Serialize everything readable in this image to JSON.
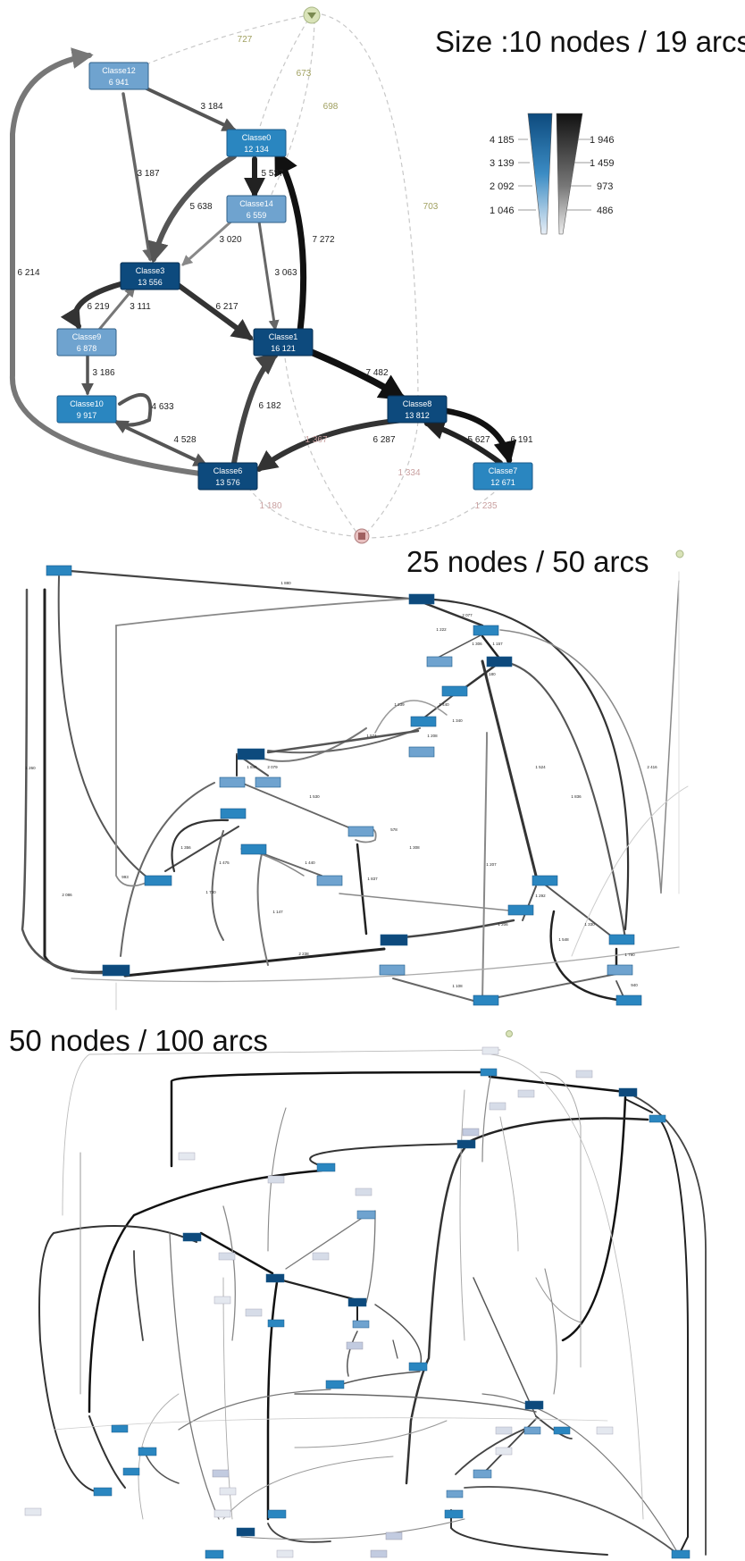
{
  "titles": {
    "small": "Size :10 nodes / 19 arcs",
    "medium": "25 nodes / 50 arcs",
    "large": "50 nodes / 100 arcs"
  },
  "colors": {
    "node_dark": "#0d4a7d",
    "node_mid": "#2a86c0",
    "node_light": "#6fa3cf",
    "start_marker": "#c8d8a0",
    "end_marker": "#d8a8a8"
  },
  "legend": {
    "blue_scale": [
      "4 185",
      "3 139",
      "2 092",
      "1 046"
    ],
    "gray_scale": [
      "1 946",
      "1 459",
      "973",
      "486"
    ]
  },
  "graph_small": {
    "nodes": [
      {
        "id": "c12",
        "name": "Classe12",
        "count": "6 941"
      },
      {
        "id": "c0",
        "name": "Classe0",
        "count": "12 134"
      },
      {
        "id": "c14",
        "name": "Classe14",
        "count": "6 559"
      },
      {
        "id": "c3",
        "name": "Classe3",
        "count": "13 556"
      },
      {
        "id": "c9",
        "name": "Classe9",
        "count": "6 878"
      },
      {
        "id": "c1",
        "name": "Classe1",
        "count": "16 121"
      },
      {
        "id": "c10",
        "name": "Classe10",
        "count": "9 917"
      },
      {
        "id": "c8",
        "name": "Classe8",
        "count": "13 812"
      },
      {
        "id": "c6",
        "name": "Classe6",
        "count": "13 576"
      },
      {
        "id": "c7",
        "name": "Classe7",
        "count": "12 671"
      }
    ],
    "edges": [
      {
        "label": "3 184"
      },
      {
        "label": "3 187"
      },
      {
        "label": "5 537"
      },
      {
        "label": "5 638"
      },
      {
        "label": "3 020"
      },
      {
        "label": "3 063"
      },
      {
        "label": "7 272"
      },
      {
        "label": "6 219"
      },
      {
        "label": "3 111"
      },
      {
        "label": "6 217"
      },
      {
        "label": "3 186"
      },
      {
        "label": "4 633"
      },
      {
        "label": "4 528"
      },
      {
        "label": "6 182"
      },
      {
        "label": "7 482"
      },
      {
        "label": "6 287"
      },
      {
        "label": "5 627"
      },
      {
        "label": "6 191"
      },
      {
        "label": "6 214"
      }
    ],
    "dashed_edges": [
      {
        "label": "727"
      },
      {
        "label": "673"
      },
      {
        "label": "698"
      },
      {
        "label": "703"
      },
      {
        "label": "1 367"
      },
      {
        "label": "1 334"
      },
      {
        "label": "1 180"
      },
      {
        "label": "1 235"
      }
    ]
  },
  "graph_medium_labels": [
    "1 880",
    "2 077",
    "1 222",
    "1 306",
    "1 157",
    "2 180",
    "1 440",
    "1 340",
    "1 239",
    "1 574",
    "1 208",
    "1 846",
    "2 079",
    "1 530",
    "578",
    "1 356",
    "1 475",
    "1 440",
    "2 086",
    "1 730",
    "1 308",
    "1 837",
    "1 836",
    "2 238",
    "1 292",
    "1 206",
    "1 330",
    "1 108",
    "1 790",
    "940",
    "2 416",
    "1 524",
    "1 207",
    "1 147",
    "1 260",
    "1 548",
    "993"
  ]
}
